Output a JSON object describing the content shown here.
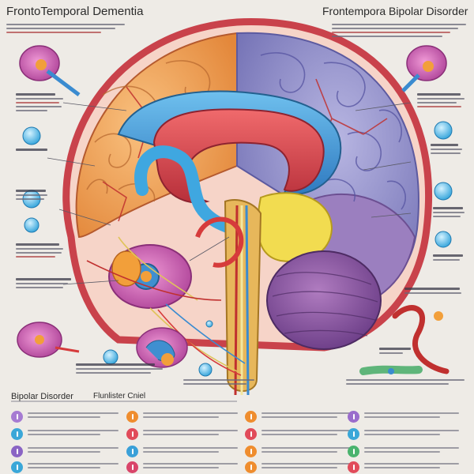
{
  "titles": {
    "top_left": "FrontoTemporal Dementia",
    "top_right": "Frontempora Bipolar Disorder",
    "bottom_left": "Bipolar Disorder",
    "bottom_center": "Flunlister Cniel"
  },
  "colors": {
    "background": "#eeebe6",
    "frontal_lobe": "#f4a45c",
    "parietal_lobe": "#8f8dc8",
    "temporal_lobe": "#d58ac6",
    "occipital_lobe": "#9b7fbf",
    "cerebellum": "#8a5a9e",
    "corpus_callosum": "#d9464a",
    "ventricle": "#3f8fd0",
    "thalamus": "#f2dc50",
    "brainstem": "#e7b75b",
    "outer_membrane": "#c9424b"
  },
  "legend_icon_colors": {
    "col1": [
      "#a67bd2",
      "#3aa7d8",
      "#8a64c4",
      "#3aa7d8"
    ],
    "col2": [
      "#ef8d2e",
      "#e14b5a",
      "#3aa0d8",
      "#d9456a"
    ],
    "col3": [
      "#ef8d2e",
      "#e14b5a",
      "#ef8d2e",
      "#ef8d2e"
    ],
    "col4": [
      "#9a6ccc",
      "#3aa7d8",
      "#4ab36e",
      "#e14b5a"
    ]
  }
}
